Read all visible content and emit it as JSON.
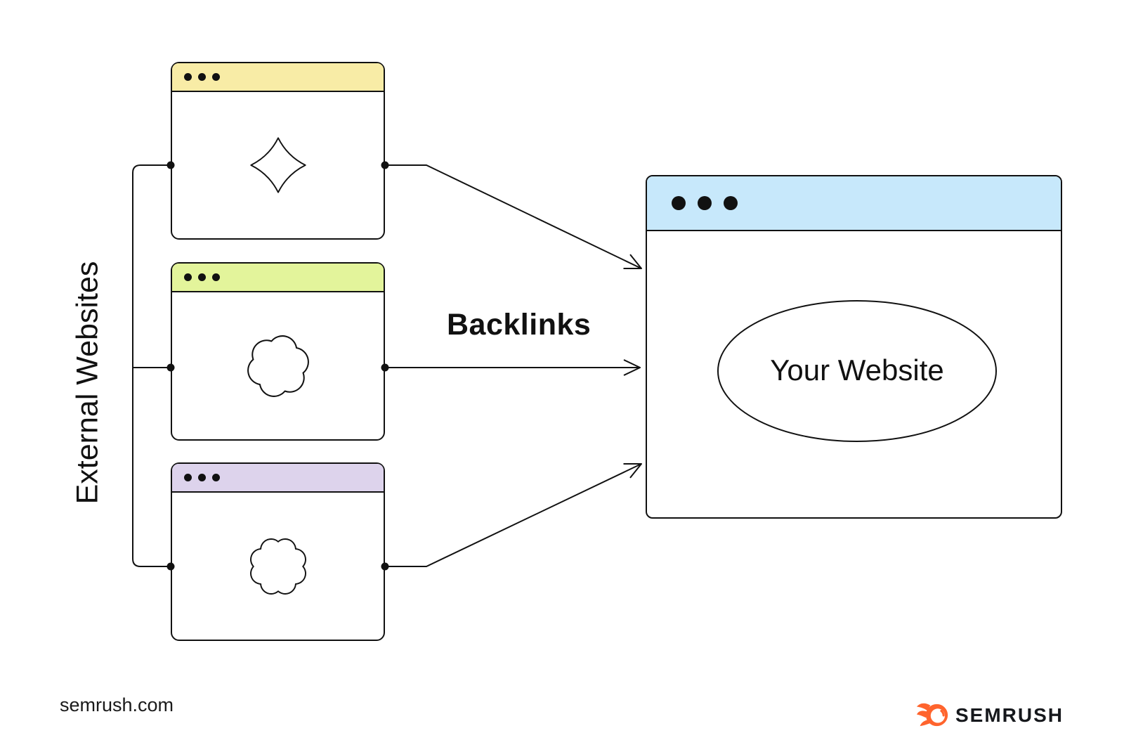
{
  "diagram": {
    "left_label": "External Websites",
    "arrow_label": "Backlinks",
    "external_windows": [
      {
        "header_color": "#F8ECA6",
        "icon": "diamond-blob"
      },
      {
        "header_color": "#E3F49B",
        "icon": "splat-blob"
      },
      {
        "header_color": "#DDD3EC",
        "icon": "flower-blob"
      }
    ],
    "target_window": {
      "header_color": "#C7E8FB",
      "label": "Your Website"
    }
  },
  "footer": {
    "source": "semrush.com",
    "brand": "SEMRUSH",
    "brand_color": "#FF642D"
  },
  "colors": {
    "line": "#111111"
  }
}
